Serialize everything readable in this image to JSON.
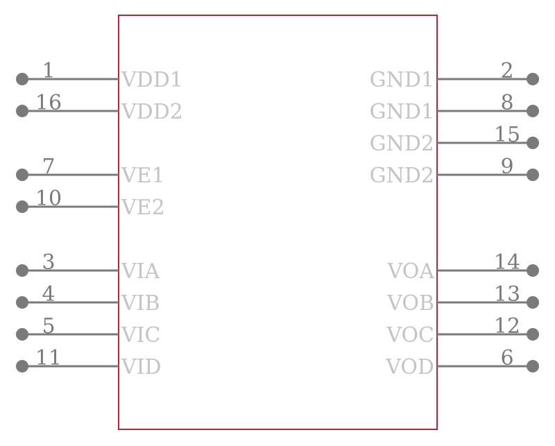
{
  "colors": {
    "body_outline": "#c41e3a",
    "pin": "#7a7a7a",
    "pin_label": "#c4c4c4"
  },
  "left_pins": [
    {
      "number": "1",
      "name": "VDD1"
    },
    {
      "number": "16",
      "name": "VDD2"
    },
    {
      "number": "7",
      "name": "VE1"
    },
    {
      "number": "10",
      "name": "VE2"
    },
    {
      "number": "3",
      "name": "VIA"
    },
    {
      "number": "4",
      "name": "VIB"
    },
    {
      "number": "5",
      "name": "VIC"
    },
    {
      "number": "11",
      "name": "VID"
    }
  ],
  "right_pins": [
    {
      "number": "2",
      "name": "GND1"
    },
    {
      "number": "8",
      "name": "GND1"
    },
    {
      "number": "15",
      "name": "GND2"
    },
    {
      "number": "9",
      "name": "GND2"
    },
    {
      "number": "14",
      "name": "VOA"
    },
    {
      "number": "13",
      "name": "VOB"
    },
    {
      "number": "12",
      "name": "VOC"
    },
    {
      "number": "6",
      "name": "VOD"
    }
  ]
}
